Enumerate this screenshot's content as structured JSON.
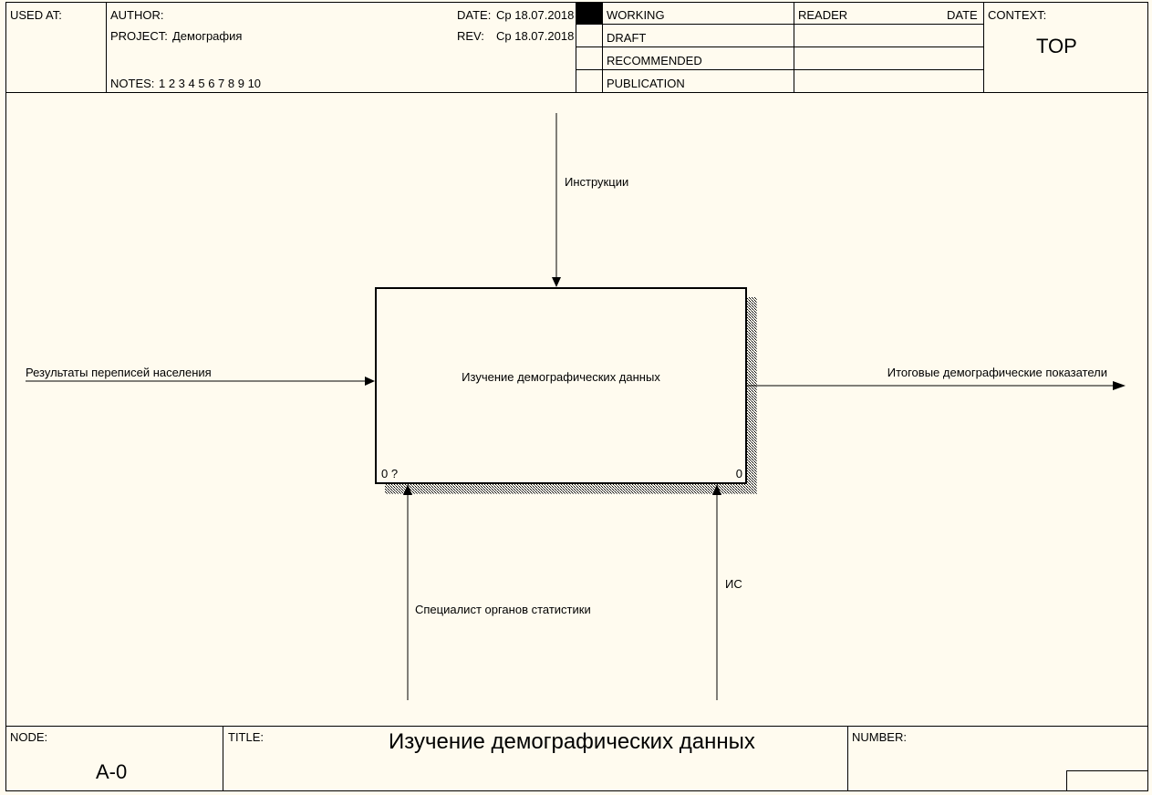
{
  "header": {
    "used_at_label": "USED AT:",
    "author_label": "AUTHOR:",
    "author_value": "",
    "project_label": "PROJECT:",
    "project_value": "Демография",
    "notes_label": "NOTES:",
    "notes_value": "1 2 3 4 5 6 7 8 9 10",
    "date_label": "DATE:",
    "date_value": "Ср 18.07.2018",
    "rev_label": "REV:",
    "rev_value": "Ср 18.07.2018",
    "status": [
      "WORKING",
      "DRAFT",
      "RECOMMENDED",
      "PUBLICATION"
    ],
    "reader_label": "READER",
    "reader_date_label": "DATE",
    "context_label": "CONTEXT:",
    "context_value": "TOP"
  },
  "diagram": {
    "box_title": "Изучение демографических данных",
    "box_cost": "0 ?",
    "box_number": "0",
    "control_label": "Инструкции",
    "input_label": "Результаты переписей населения",
    "output_label": "Итоговые демографические показатели",
    "mechanism1_label": "Специалист органов статистики",
    "mechanism2_label": "ИС"
  },
  "footer": {
    "node_label": "NODE:",
    "node_value": "A-0",
    "title_label": "TITLE:",
    "title_value": "Изучение демографических данных",
    "number_label": "NUMBER:",
    "number_value": ""
  }
}
